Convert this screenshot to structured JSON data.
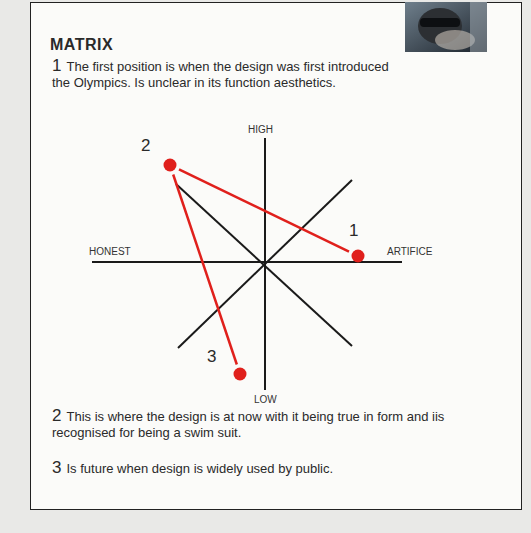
{
  "diagram": {
    "title": "MATRIX",
    "nodes": [
      {
        "text": [
          "2"
        ]
      },
      {
        "text": [
          "1"
        ]
      },
      {
        "text": [
          "3"
        ]
      }
    ],
    "edges": [
      {
        "from": 0,
        "to": 1,
        "arrow": "none"
      },
      {
        "from": 0,
        "to": 2,
        "arrow": "none"
      }
    ],
    "labels": [
      "1",
      "The first position is when the design was first introduced the Olympics. Is unclear in its function aesthetics.",
      "HIGH",
      "HONEST",
      "ARTIFICE",
      "LOW",
      "2",
      "This is where the design is at now with it being true in form and iis recognised for being a swim suit.",
      "3",
      "Is future when design is widely used by public."
    ]
  }
}
